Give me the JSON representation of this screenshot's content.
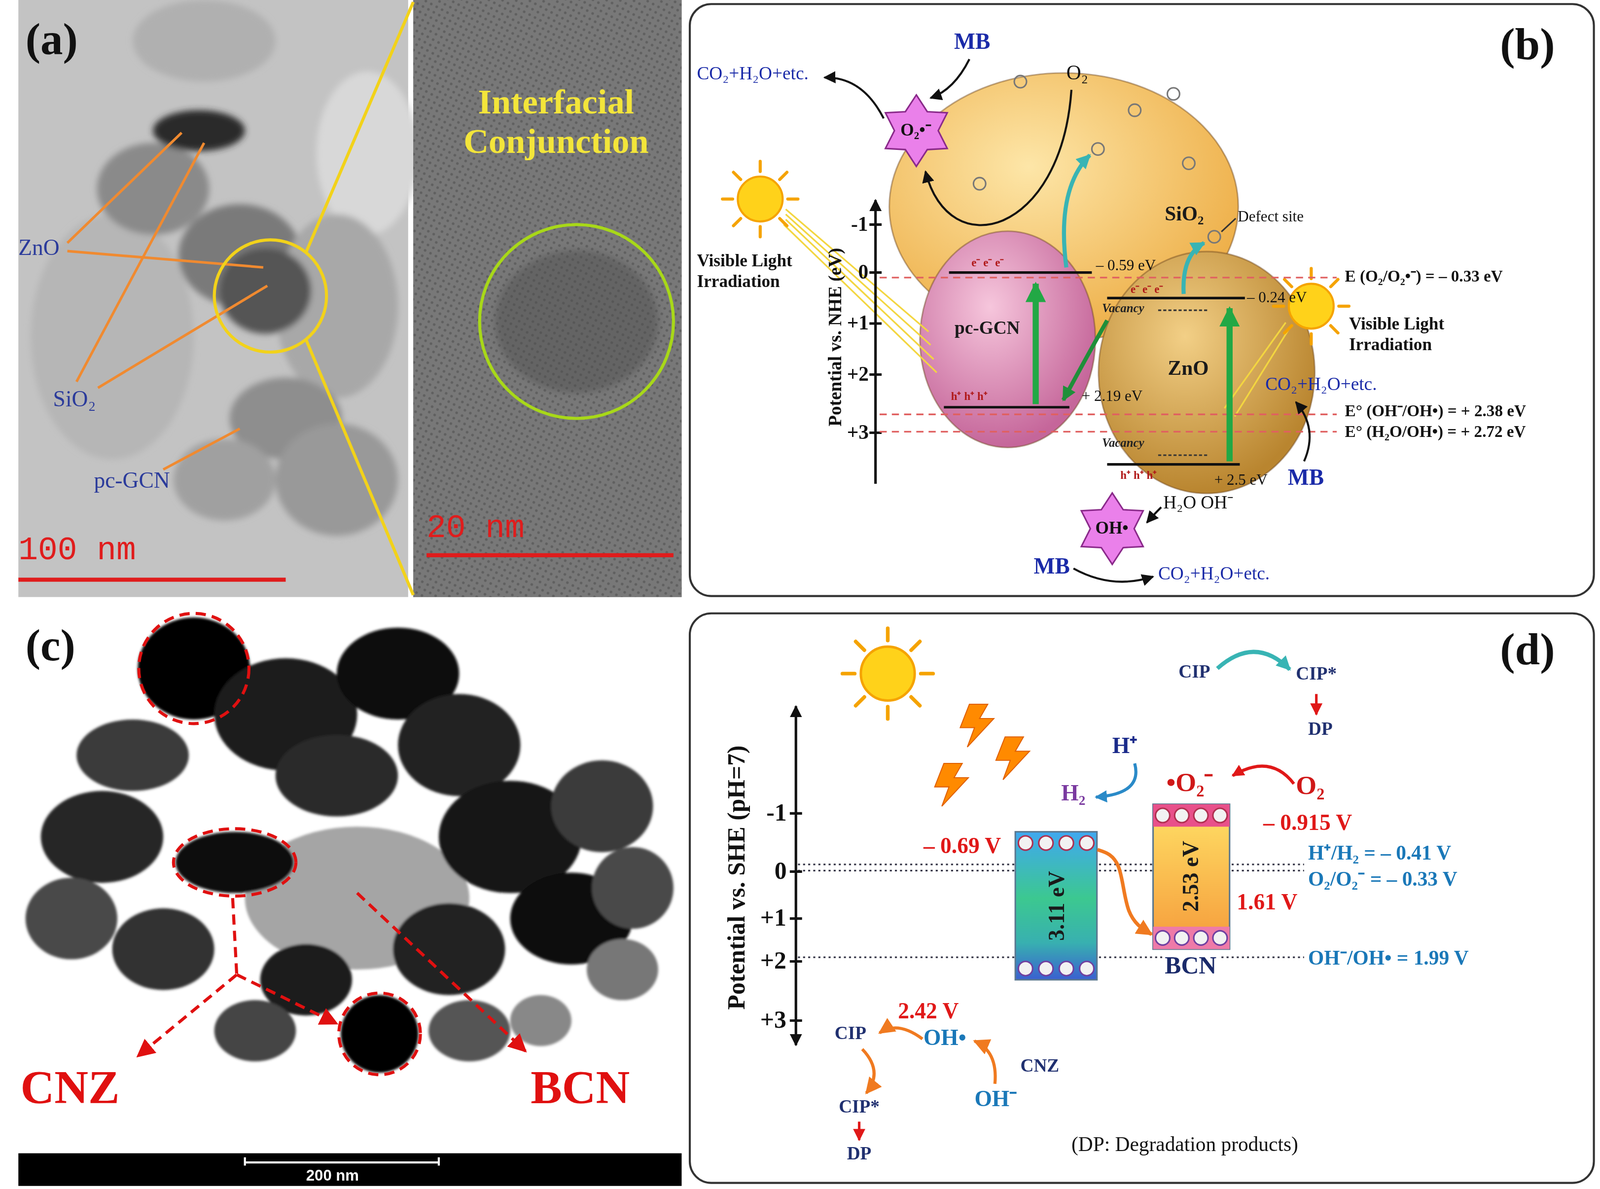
{
  "diagram": {
    "nodes": [
      {
        "text": [
          "(b)"
        ]
      },
      {
        "text": [
          "SiO₂"
        ],
        "in": 0
      },
      {
        "text": [
          "pc-GCN"
        ],
        "in": 0
      },
      {
        "text": [
          "ZnO"
        ],
        "in": 0
      },
      {
        "text": [
          "O₂•⁻"
        ],
        "in": 0
      },
      {
        "text": [
          "OH•"
        ],
        "in": 0
      },
      {
        "text": [
          "(d)"
        ]
      },
      {
        "text": [
          "3.11 eV"
        ],
        "in": 6
      },
      {
        "text": [
          "2.53 eV",
          "BCN"
        ],
        "in": 6
      }
    ],
    "edges": [
      {
        "from": 7,
        "to": 8,
        "arrow": "to"
      }
    ],
    "labels": [
      "(a)",
      "ZnO",
      "SiO₂",
      "pc-GCN",
      "100 nm",
      "Interfacial Conjunction",
      "20 nm",
      "MB",
      "CO₂+H₂O+etc.",
      "O₂",
      "Visible Light Irradiation",
      "Defect site",
      "Potential vs. NHE (eV)",
      "-1",
      "0",
      "+1",
      "+2",
      "+3",
      "e⁻ e⁻ e⁻",
      "– 0.59 eV",
      "e⁻ e⁻ e⁻",
      "– 0.24 eV",
      "E (O₂/O₂•⁻) = – 0.33 eV",
      "Vacancy",
      "Visible Light Irradiation",
      "h⁺ h⁺ h⁺",
      "+ 2.19 eV",
      "CO₂+H₂O+etc.",
      "E° (OH⁻/OH•) = + 2.38 eV",
      "E° (H₂O/OH•) = + 2.72 eV",
      "Vacancy",
      "h⁺ h⁺ h⁺",
      "+ 2.5 eV",
      "MB",
      "H₂O OH⁻",
      "MB",
      "CO₂+H₂O+etc.",
      "(c)",
      "CNZ",
      "BCN",
      "200 nm",
      "Potential vs. SHE (pH=7)",
      "-1",
      "0",
      "+1",
      "+2",
      "+3",
      "– 0.69 V",
      "– 0.915 V",
      "H⁺/H₂ = – 0.41 V",
      "O₂/O₂⁻ = – 0.33 V",
      "1.61 V",
      "OH⁻/OH• = 1.99 V",
      "2.42 V",
      "H⁺",
      "H₂",
      "CIP",
      "CIP*",
      "DP",
      "•O₂⁻",
      "O₂",
      "OH•",
      "CNZ",
      "OH⁻",
      "CIP",
      "CIP*",
      "DP",
      "(DP: Degradation products)"
    ]
  }
}
